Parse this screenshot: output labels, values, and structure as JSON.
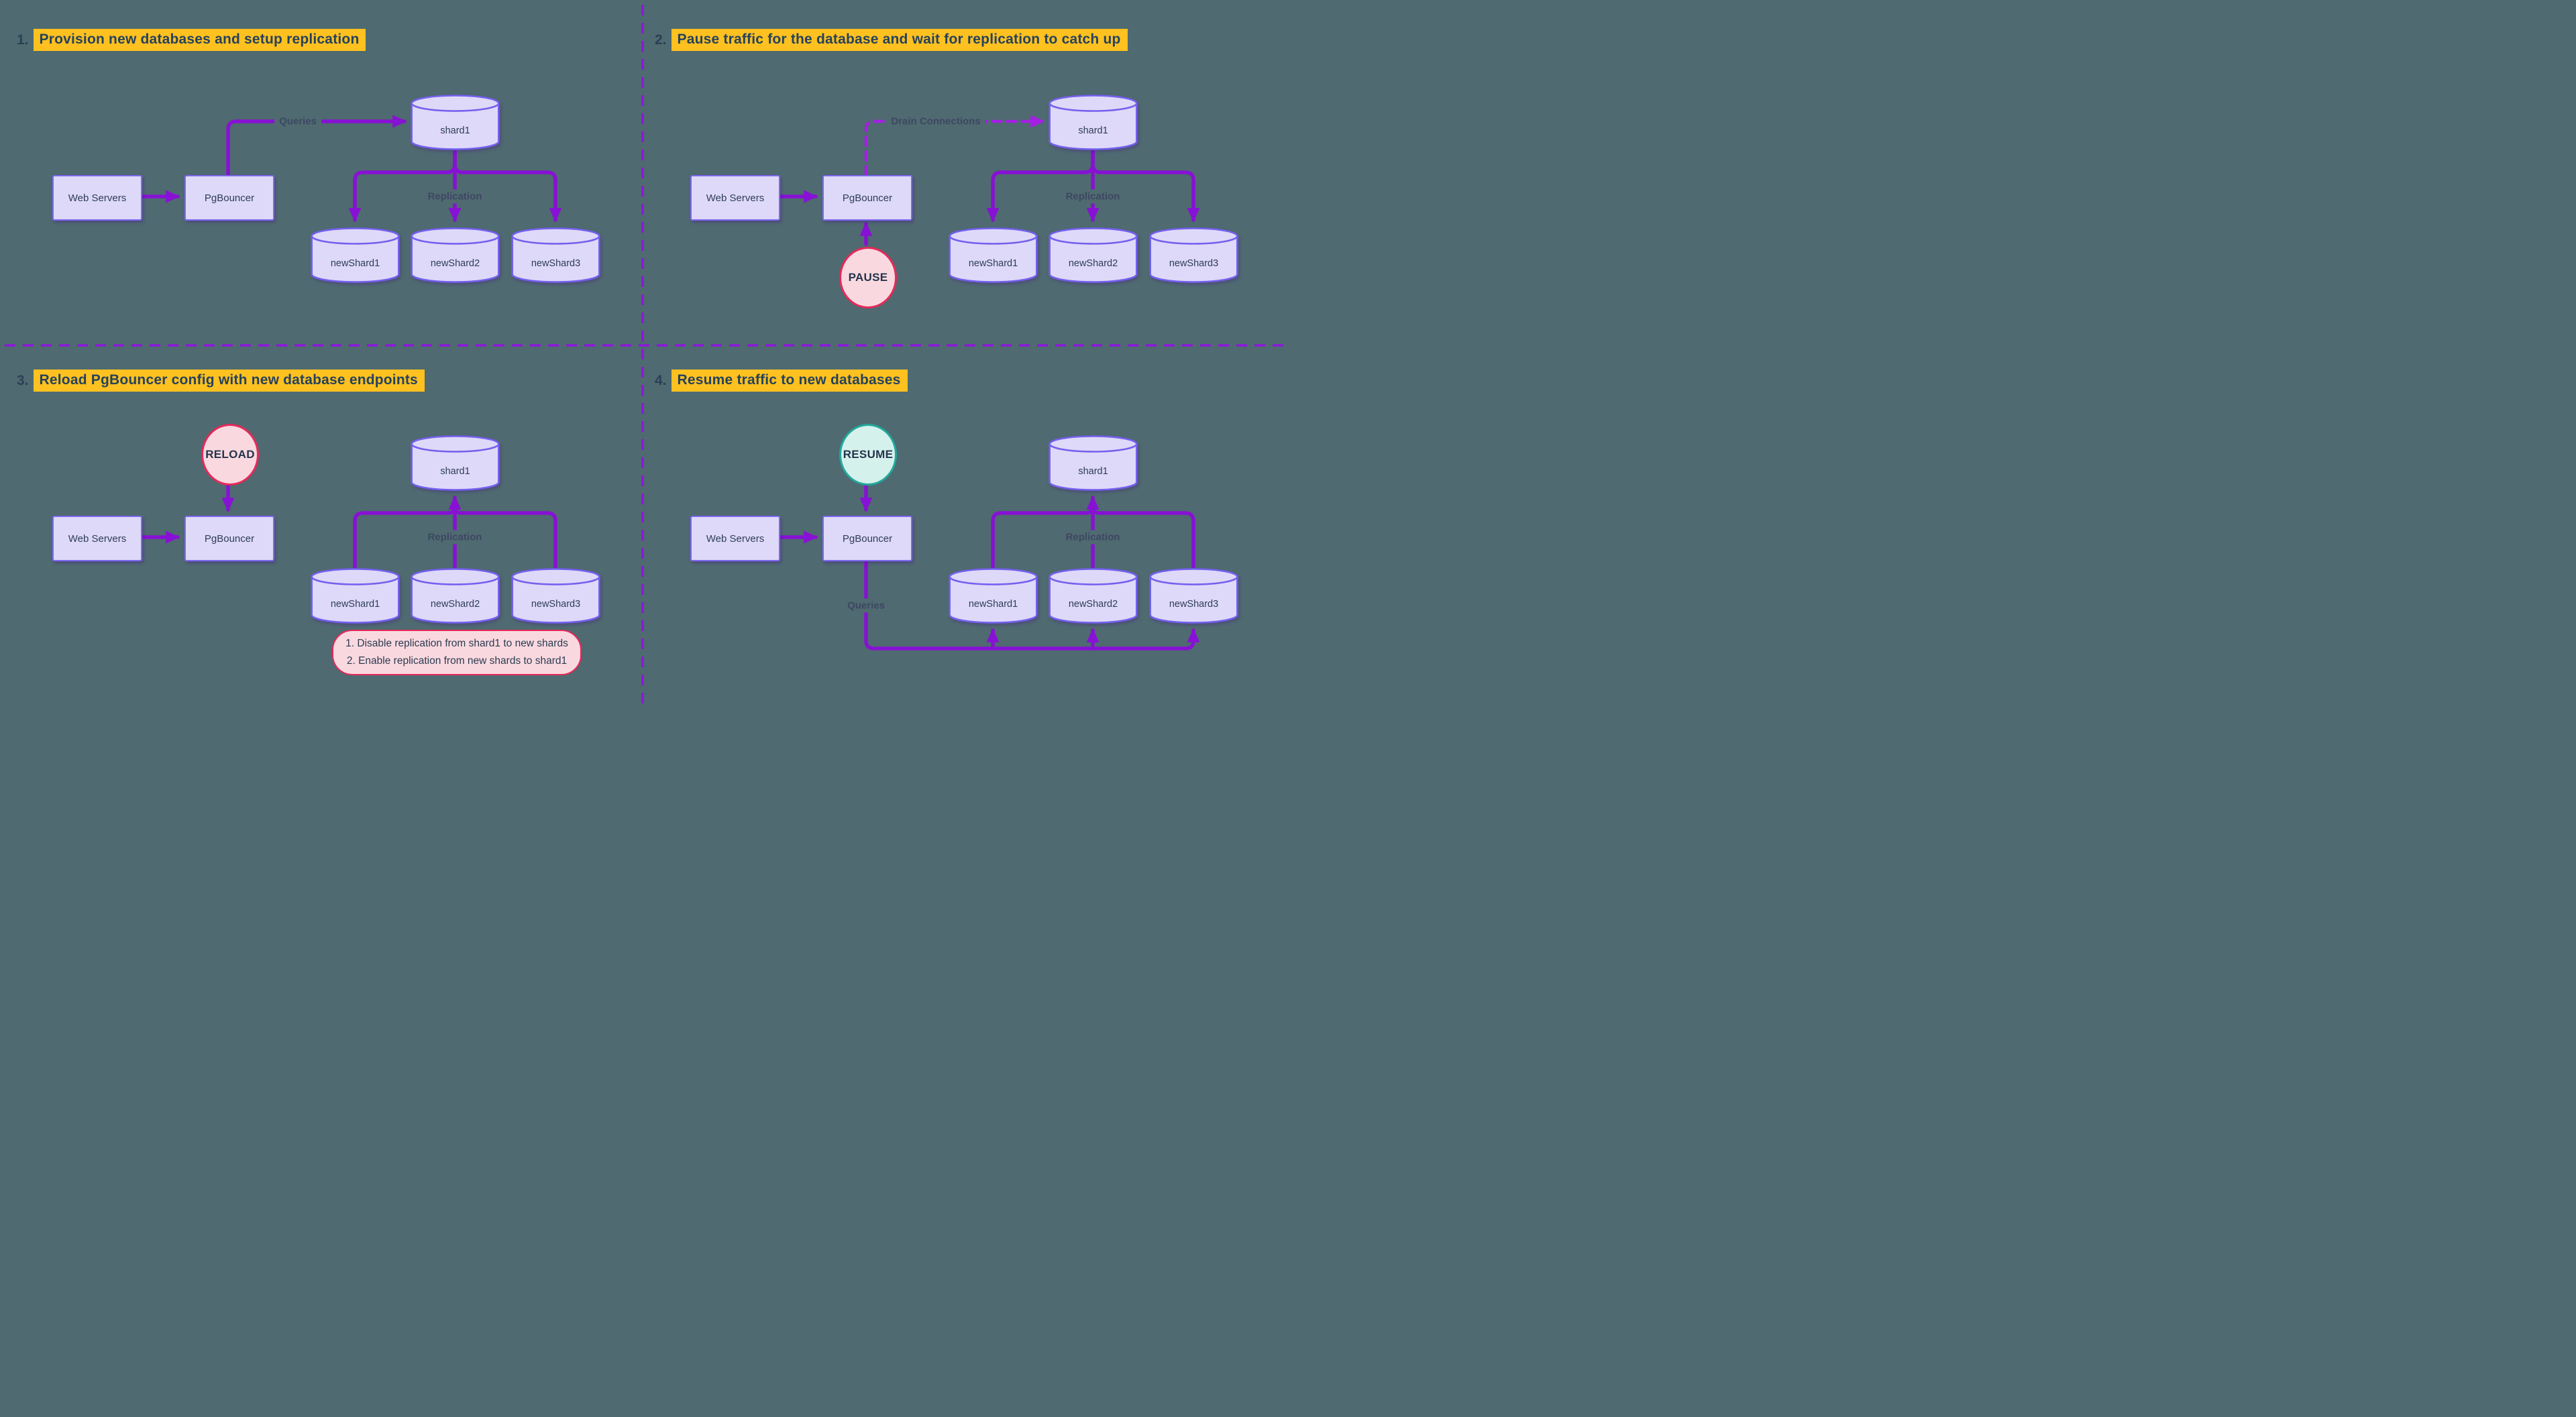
{
  "colors": {
    "background": "#4f6a70",
    "frame_purple": "#7c10d8",
    "arrow_purple": "#8711d4",
    "dashed_arrow_purple": "#a51ee6",
    "node_fill": "#ded9f8",
    "node_border": "#7d68f0",
    "cylinder_border": "#7460ef",
    "title_highlight_yellow": "#fec120",
    "title_text": "#26425b",
    "node_text": "#2e3d55",
    "edge_label_text": "#3d4763",
    "pause_fill_pink": "#f9d9df",
    "pause_border_crimson": "#e5295b",
    "resume_fill_mint": "#d5f1ec",
    "resume_border_teal": "#21a89b"
  },
  "quadrants": [
    {
      "number": "1.",
      "title": "Provision new databases and setup replication",
      "nodes": {
        "web_servers": "Web Servers",
        "pgbouncer": "PgBouncer",
        "shard1": "shard1",
        "new_shards": [
          "newShard1",
          "newShard2",
          "newShard3"
        ]
      },
      "edge_labels": {
        "top": "Queries",
        "replication": "Replication"
      }
    },
    {
      "number": "2.",
      "title": "Pause traffic for the database and wait for replication to catch up",
      "nodes": {
        "web_servers": "Web Servers",
        "pgbouncer": "PgBouncer",
        "shard1": "shard1",
        "new_shards": [
          "newShard1",
          "newShard2",
          "newShard3"
        ]
      },
      "edge_labels": {
        "top": "Drain Connections",
        "replication": "Replication"
      },
      "badge": "PAUSE"
    },
    {
      "number": "3.",
      "title": "Reload PgBouncer config with new database endpoints",
      "nodes": {
        "web_servers": "Web Servers",
        "pgbouncer": "PgBouncer",
        "shard1": "shard1",
        "new_shards": [
          "newShard1",
          "newShard2",
          "newShard3"
        ]
      },
      "edge_labels": {
        "replication": "Replication"
      },
      "badge": "RELOAD",
      "note": [
        "1. Disable replication from shard1 to new shards",
        "2. Enable replication from new shards to shard1"
      ]
    },
    {
      "number": "4.",
      "title": "Resume traffic to new databases",
      "nodes": {
        "web_servers": "Web Servers",
        "pgbouncer": "PgBouncer",
        "shard1": "shard1",
        "new_shards": [
          "newShard1",
          "newShard2",
          "newShard3"
        ]
      },
      "edge_labels": {
        "replication": "Replication",
        "queries": "Queries"
      },
      "badge": "RESUME"
    }
  ]
}
